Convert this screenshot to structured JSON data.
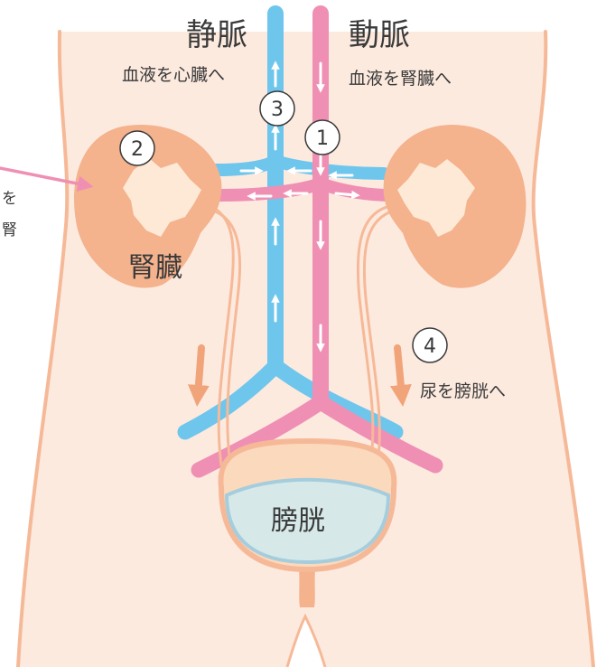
{
  "vein": {
    "title": "静脈",
    "caption": "血液を心臓へ"
  },
  "artery": {
    "title": "動脈",
    "caption": "血液を腎臓へ"
  },
  "kidney": {
    "label": "腎臓"
  },
  "bladder": {
    "label": "膀胱"
  },
  "ureter": {
    "caption": "尿を膀胱へ"
  },
  "side_note": {
    "line1": "を",
    "line2": "腎"
  },
  "markers": {
    "m1": "1",
    "m2": "2",
    "m3": "3",
    "m4": "4"
  },
  "colors": {
    "body": "#fdeadf",
    "body_outline": "#f6b998",
    "vein": "#6ec6ec",
    "artery": "#ef8fb4",
    "kidney": "#f4b28d",
    "kidney_inner": "#fde9d5",
    "ureter": "#f6b998",
    "bladder_top": "#fbd9bc",
    "bladder_urine": "#d6e9e8",
    "bladder_urine_edge": "#a5cddd"
  }
}
